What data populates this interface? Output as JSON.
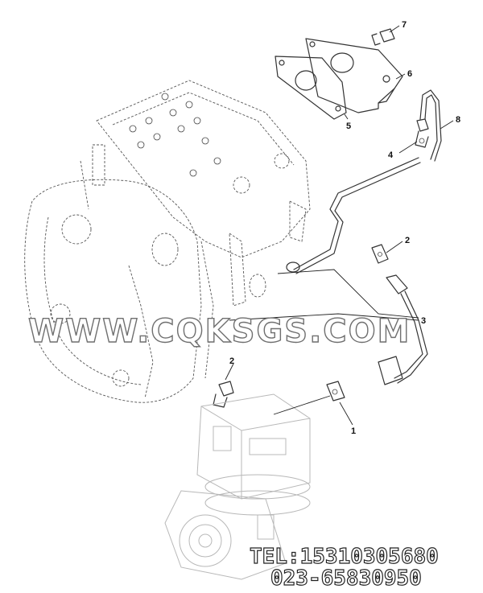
{
  "callouts": [
    {
      "id": "label-1",
      "text": "1"
    },
    {
      "id": "label-2a",
      "text": "2"
    },
    {
      "id": "label-2b",
      "text": "2"
    },
    {
      "id": "label-3",
      "text": "3"
    },
    {
      "id": "label-4",
      "text": "4"
    },
    {
      "id": "label-5",
      "text": "5"
    },
    {
      "id": "label-6",
      "text": "6"
    },
    {
      "id": "label-7",
      "text": "7"
    },
    {
      "id": "label-8",
      "text": "8"
    }
  ],
  "watermark": {
    "text": "WWW.CQKSGS.COM"
  },
  "contact": {
    "tel": "TEL:15310305680",
    "phone2": "023-65830950"
  }
}
